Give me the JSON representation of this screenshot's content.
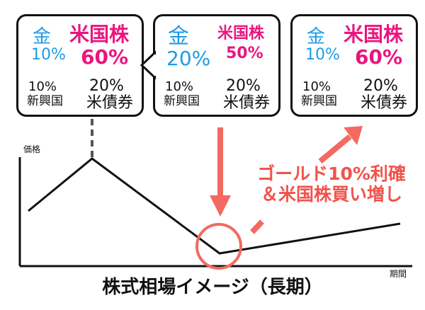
{
  "portfolios": [
    {
      "gold_label": "金",
      "gold_pct": "10%",
      "us_label": "米国株",
      "us_pct": "60%",
      "em_pct": "10%",
      "em_label": "新興国",
      "bond_pct": "20%",
      "bond_label": "米債券"
    },
    {
      "gold_label": "金",
      "gold_pct": "20%",
      "us_label": "米国株",
      "us_pct": "50%",
      "em_pct": "10%",
      "em_label": "新興国",
      "bond_pct": "20%",
      "bond_label": "米債券"
    },
    {
      "gold_label": "金",
      "gold_pct": "10%",
      "us_label": "米国株",
      "us_pct": "60%",
      "em_pct": "10%",
      "em_label": "新興国",
      "bond_pct": "20%",
      "bond_label": "米債券"
    }
  ],
  "axis": {
    "y_label": "価格",
    "x_label": "期間"
  },
  "annotation": {
    "line1": "ゴールド10%利確",
    "line2": "＆米国株買い増し"
  },
  "caption": "株式相場イメージ（長期）",
  "colors": {
    "gold": "#1e9be6",
    "us_stock": "#e8167f",
    "accent": "#f0534c",
    "line": "#111111"
  }
}
